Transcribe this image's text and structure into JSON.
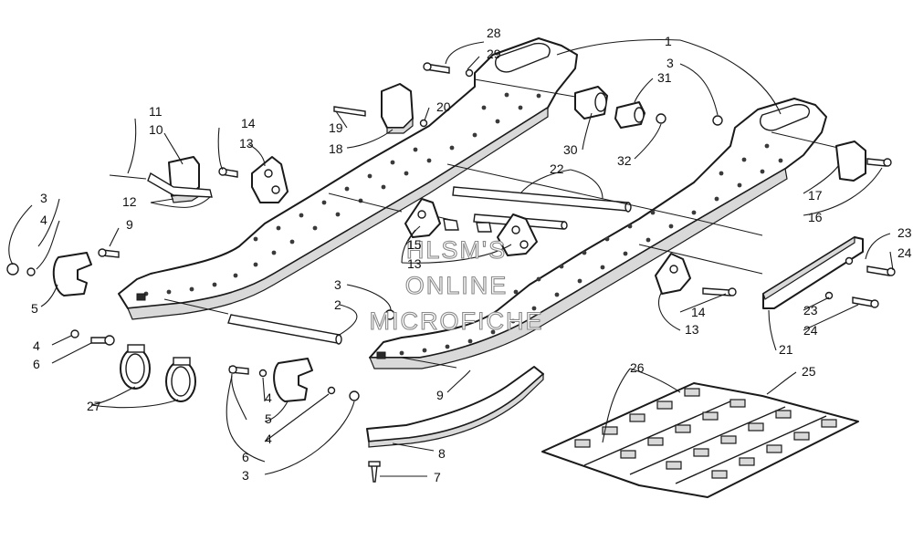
{
  "diagram": {
    "callouts": [
      {
        "id": "c1",
        "label": "1"
      },
      {
        "id": "c2",
        "label": "2"
      },
      {
        "id": "c3a",
        "label": "3"
      },
      {
        "id": "c3b",
        "label": "3"
      },
      {
        "id": "c3c",
        "label": "3"
      },
      {
        "id": "c3d",
        "label": "3"
      },
      {
        "id": "c4a",
        "label": "4"
      },
      {
        "id": "c4b",
        "label": "4"
      },
      {
        "id": "c4c",
        "label": "4"
      },
      {
        "id": "c4d",
        "label": "4"
      },
      {
        "id": "c5a",
        "label": "5"
      },
      {
        "id": "c5b",
        "label": "5"
      },
      {
        "id": "c6a",
        "label": "6"
      },
      {
        "id": "c6b",
        "label": "6"
      },
      {
        "id": "c7",
        "label": "7"
      },
      {
        "id": "c8",
        "label": "8"
      },
      {
        "id": "c9a",
        "label": "9"
      },
      {
        "id": "c9b",
        "label": "9"
      },
      {
        "id": "c10",
        "label": "10"
      },
      {
        "id": "c11",
        "label": "11"
      },
      {
        "id": "c12",
        "label": "12"
      },
      {
        "id": "c13a",
        "label": "13"
      },
      {
        "id": "c13b",
        "label": "13"
      },
      {
        "id": "c13c",
        "label": "13"
      },
      {
        "id": "c14a",
        "label": "14"
      },
      {
        "id": "c14b",
        "label": "14"
      },
      {
        "id": "c15",
        "label": "15"
      },
      {
        "id": "c16",
        "label": "16"
      },
      {
        "id": "c17",
        "label": "17"
      },
      {
        "id": "c18",
        "label": "18"
      },
      {
        "id": "c19",
        "label": "19"
      },
      {
        "id": "c20",
        "label": "20"
      },
      {
        "id": "c21",
        "label": "21"
      },
      {
        "id": "c22",
        "label": "22"
      },
      {
        "id": "c23a",
        "label": "23"
      },
      {
        "id": "c23b",
        "label": "23"
      },
      {
        "id": "c24a",
        "label": "24"
      },
      {
        "id": "c24b",
        "label": "24"
      },
      {
        "id": "c25",
        "label": "25"
      },
      {
        "id": "c26",
        "label": "26"
      },
      {
        "id": "c27",
        "label": "27"
      },
      {
        "id": "c28",
        "label": "28"
      },
      {
        "id": "c29",
        "label": "29"
      },
      {
        "id": "c30",
        "label": "30"
      },
      {
        "id": "c31",
        "label": "31"
      },
      {
        "id": "c32",
        "label": "32"
      }
    ],
    "watermark": [
      "HLSM'S",
      "ONLINE",
      "MICROFICHE"
    ]
  }
}
